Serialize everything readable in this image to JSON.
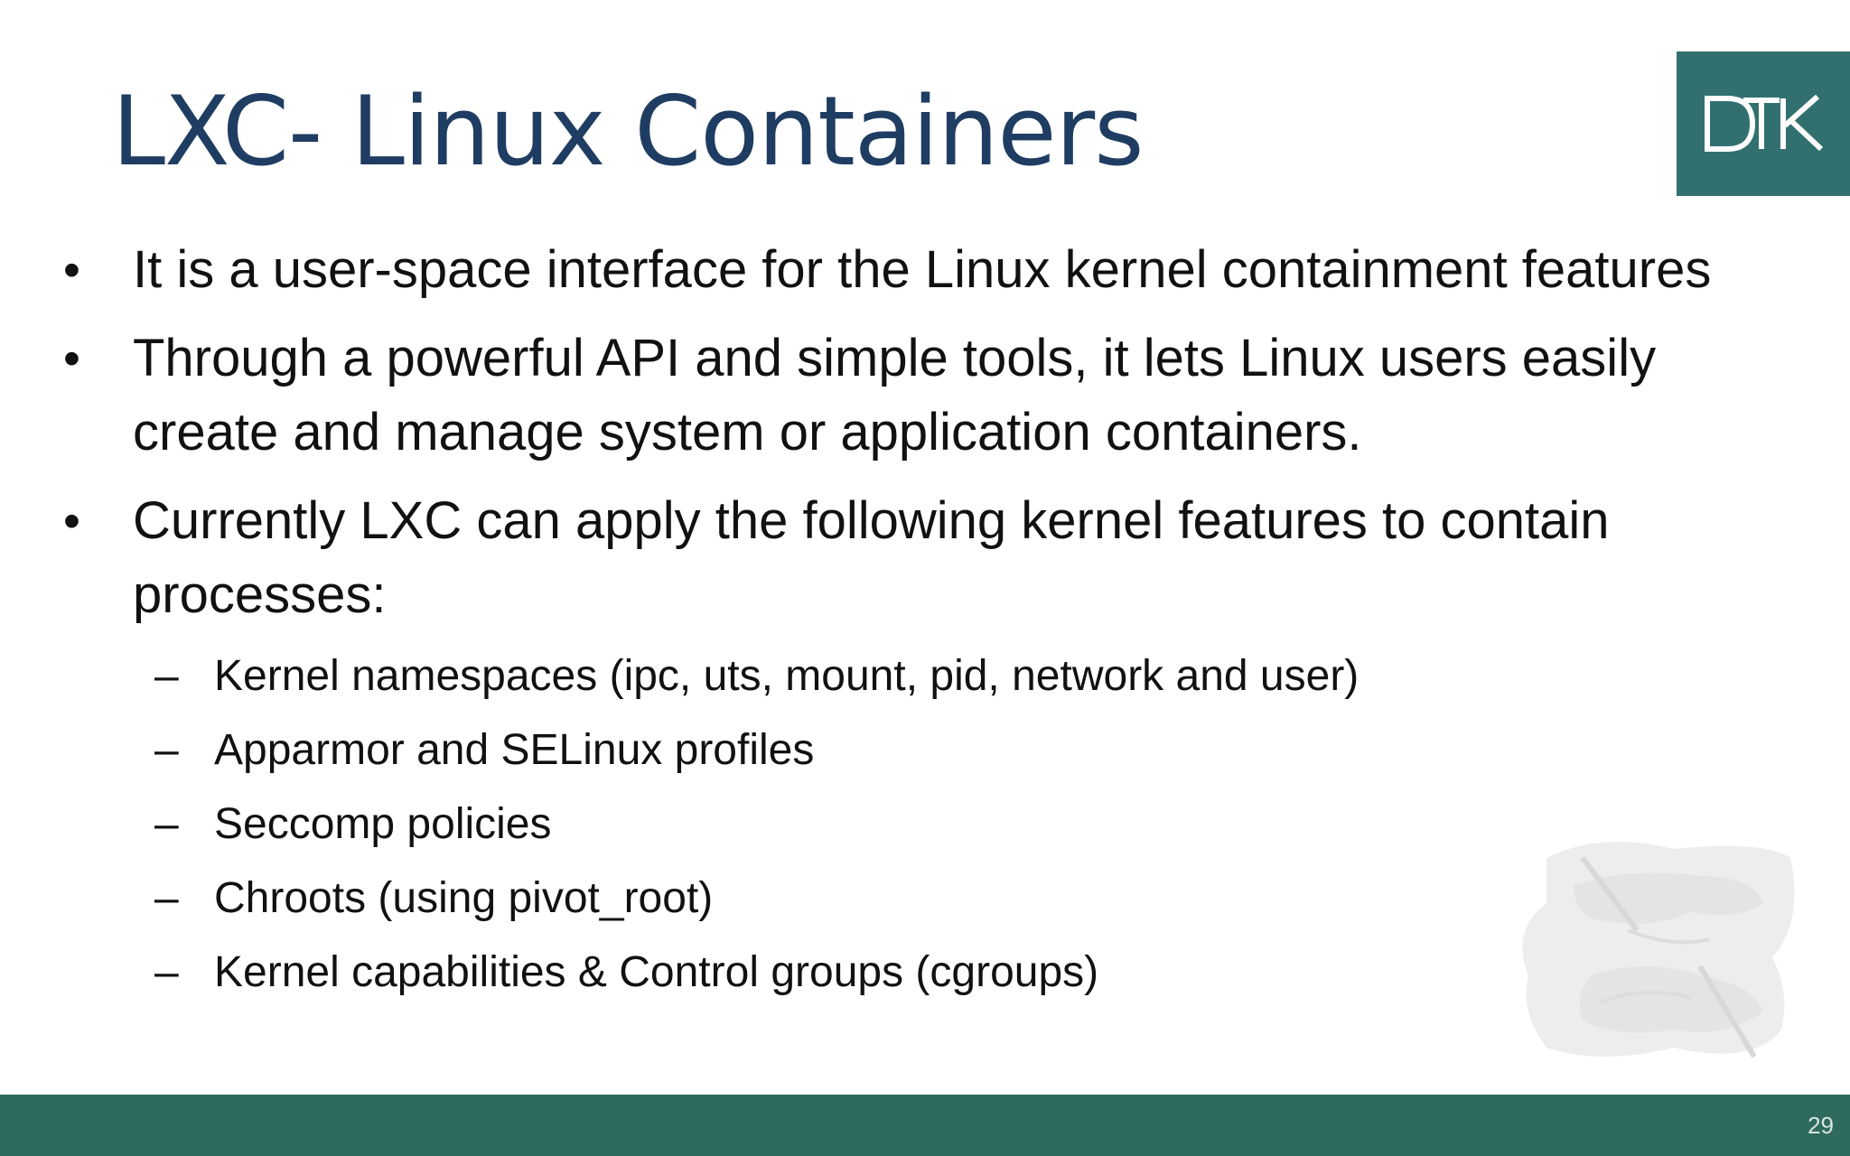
{
  "slide": {
    "title": "LXC- Linux Containers",
    "logo_text": "DTK",
    "bullets": [
      {
        "text": "It  is a user-space interface for the Linux kernel containment features"
      },
      {
        "text": "Through a powerful API and simple tools, it lets Linux users easily create and manage system or application containers."
      },
      {
        "text": "Currently LXC can apply the following kernel features to contain processes:",
        "sub_items": [
          "Kernel namespaces (ipc, uts, mount, pid, network and user)",
          "Apparmor and SELinux profiles",
          "Seccomp policies",
          "Chroots (using pivot_root)",
          "Kernel capabilities & Control groups (cgroups)"
        ]
      }
    ],
    "page_number": "29"
  },
  "colors": {
    "title": "#1f3d62",
    "logo_bg": "#31706f",
    "footer_bg": "#2f6a5e",
    "text": "#111111"
  },
  "icons": {
    "logo": "dtk-logo",
    "watermark": "drawing-hands-watermark-icon"
  }
}
